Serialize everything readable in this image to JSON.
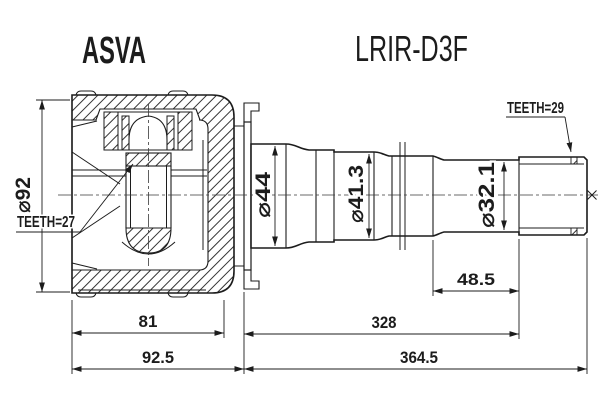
{
  "title": {
    "brand": "ASVA",
    "part_number": "LRIR-D3F"
  },
  "dimensions": {
    "outer_diameter": "⌀92",
    "teeth_inner": "TEETH=27",
    "teeth_outer": "TEETH=29",
    "shaft_diameter_1": "⌀44",
    "shaft_diameter_2": "⌀41.3",
    "shaft_diameter_3": "⌀32.1",
    "spline_section_length": "48.5",
    "housing_inner_depth": "81",
    "shaft_section_length": "328",
    "housing_overall_length": "92.5",
    "overall_length": "364.5"
  },
  "colors": {
    "line": "#1c1c1c",
    "background": "#ffffff"
  }
}
